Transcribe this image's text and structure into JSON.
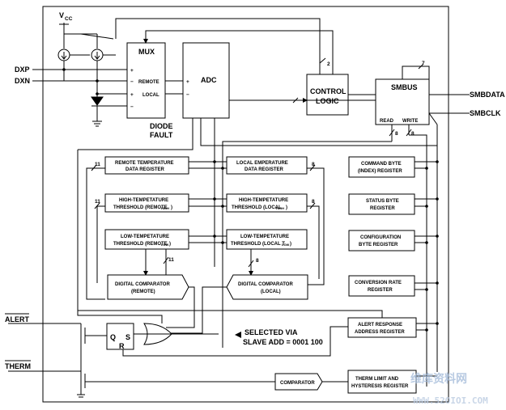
{
  "pins": {
    "vcc": "V",
    "vcc_sub": "CC",
    "dxp": "DXP",
    "dxn": "DXN",
    "alert": "ALERT",
    "therm": "THERM",
    "smbdata": "SMBDATA",
    "smbclk": "SMBCLK"
  },
  "blocks": {
    "mux": {
      "title": "MUX",
      "plus": "+",
      "minus": "−",
      "remote": "REMOTE",
      "local": "LOCAL",
      "plus2": "+",
      "minus2": "−"
    },
    "adc": {
      "title": "ADC",
      "plus": "+",
      "minus": "−"
    },
    "control_logic": {
      "line1": "CONTROL",
      "line2": "LOGIC"
    },
    "smbus": {
      "title": "SMBUS",
      "read": "READ",
      "write": "WRITE"
    },
    "diode_fault": {
      "line1": "DIODE",
      "line2": "FAULT"
    },
    "remote_temp_reg": {
      "line1": "REMOTE TEMPERATURE",
      "line2": "DATA REGISTER"
    },
    "local_temp_reg": {
      "line1": "LOCAL EMPERATURE",
      "line2": "DATA REGISTER"
    },
    "high_remote": {
      "line1": "HIGH-TEMPETATURE",
      "line2": "THRESHOLD (REMOTE",
      "sub": "HIGH",
      "end": ")"
    },
    "high_local": {
      "line1": "HIGH-TEMPETATURE",
      "line2": "THRESHOLD (LOCAL",
      "sub": "HIGH",
      "end": ")"
    },
    "low_remote": {
      "line1": "LOW-TEMPETATURE",
      "line2": "THRESHOLD (REMOTE",
      "sub": "LOW",
      "end": ")"
    },
    "low_local": {
      "line1": "LOW-TEMPETATURE",
      "line2": "THRESHOLD (LOCAL T",
      "sub": "LOW",
      "end": ")"
    },
    "dig_comp_remote": {
      "line1": "DIGITAL COMPARATOR",
      "line2": "(REMOTE)"
    },
    "dig_comp_local": {
      "line1": "DIGITAL COMPARATOR",
      "line2": "(LOCAL)"
    },
    "command_byte": {
      "line1": "COMMAND BYTE",
      "line2": "(INDEX) REGISTER"
    },
    "status_byte": {
      "line1": "STATUS BYTE",
      "line2": "REGISTER"
    },
    "config_byte": {
      "line1": "CONFIGURATION",
      "line2": "BYTE REGISTER"
    },
    "conv_rate": {
      "line1": "CONVERSION RATE",
      "line2": "REGISTER"
    },
    "alert_resp": {
      "line1": "ALERT RESPONSE",
      "line2": "ADDRESS REGISTER"
    },
    "therm_limit": {
      "line1": "THERM LIMIT AND",
      "line2": "HYSTERESIS REGISTER"
    },
    "comparator": {
      "title": "COMPARATOR"
    },
    "sr_latch": {
      "q": "Q",
      "s": "S",
      "r": "R"
    }
  },
  "bus_widths": {
    "ctrl": "2",
    "smbus": "7",
    "read": "8",
    "write": "8",
    "remote_data": "11",
    "local_data": "8",
    "high_remote": "11",
    "high_local": "8",
    "comp_remote": "11",
    "comp_local": "8"
  },
  "note": {
    "line1": "SELECTED VIA",
    "line2": "SLAVE ADD = 0001 100"
  },
  "watermark": {
    "line1": "维库资料网",
    "line2": "WWW.52OIOI.COM"
  }
}
